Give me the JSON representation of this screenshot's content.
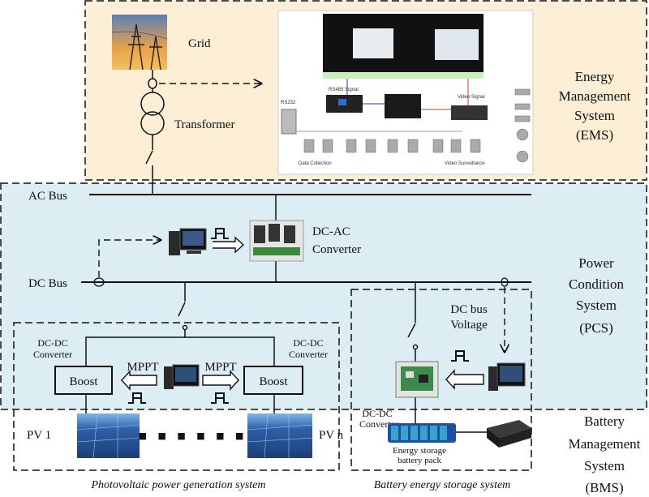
{
  "colors": {
    "ems_bg": "#fcefd6",
    "pcs_bg": "#dcedf3",
    "line": "#111111"
  },
  "ems": {
    "title": [
      "Energy",
      "Management",
      "System",
      "(EMS)"
    ],
    "grid_label": "Grid",
    "transformer_label": "Transformer",
    "screenshot_labels": {
      "rs232": "RS232",
      "rs485": "RS485 Signal",
      "video_signal": "Video Signal",
      "data_collection": "Data Collection",
      "video_surveillance": "Video Surveillance"
    }
  },
  "pcs": {
    "title": [
      "Power",
      "Condition",
      "System",
      "(PCS)"
    ],
    "ac_bus": "AC Bus",
    "dc_bus": "DC Bus",
    "dcac": [
      "DC-AC",
      "Converter"
    ]
  },
  "pv": {
    "dcdc_left": [
      "DC-DC",
      "Converter"
    ],
    "dcdc_right": [
      "DC-DC",
      "Converter"
    ],
    "boost": "Boost",
    "mppt": "MPPT",
    "pv1": "PV 1",
    "pvn": "PV n",
    "dots": "■ ■ ■ ■ ■ ■",
    "caption": "Photovoltaic power generation system"
  },
  "battery": {
    "dc_bus_voltage": [
      "DC bus",
      "Voltage"
    ],
    "dcdc": [
      "DC-DC",
      "Converter"
    ],
    "pack": [
      "Energy storage",
      "battery pack"
    ],
    "caption": "Battery energy storage system"
  },
  "bms": {
    "title": [
      "Battery",
      "Management",
      "System",
      "(BMS)"
    ]
  }
}
